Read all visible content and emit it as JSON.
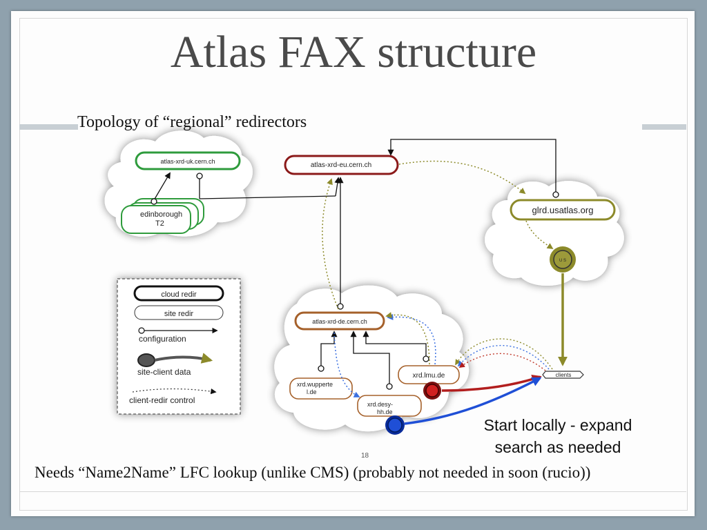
{
  "slide": {
    "title": "Atlas FAX structure",
    "subtitle": "Topology of “regional” redirectors",
    "bottom_note": "Needs “Name2Name” LFC lookup (unlike CMS) (probably not needed in soon (rucio))",
    "callout": "Start locally - expand search as needed",
    "page_number": "18"
  },
  "nodes": {
    "uk_cloud_redir": "atlas-xrd-uk.cern.ch",
    "edinborough": "edinborough T2",
    "eu_cloud_redir": "atlas-xrd-eu.cern.ch",
    "glrd": "glrd.usatlas.org",
    "us_badge": "U S",
    "de_cloud_redir": "atlas-xrd-de.cern.ch",
    "wuppertal": "xrd.wupperte l.de",
    "lmu": "xrd.lmu.de",
    "desy": "xrd.desy- hh.de",
    "clients": "clients"
  },
  "legend": {
    "cloud_redir": "cloud redir",
    "site_redir": "site redir",
    "configuration": "configuration",
    "site_client_data": "site-client data",
    "client_redir_control": "client-redir control"
  },
  "colors": {
    "uk_green": "#2e9b3c",
    "eu_red": "#8b1a1a",
    "olive": "#8c8a2a",
    "de_brown": "#a5602a",
    "data_red": "#b21e1e",
    "data_blue": "#1f4fd6",
    "dotted_blue": "#3a6fe0",
    "dotted_red": "#c0392b"
  }
}
